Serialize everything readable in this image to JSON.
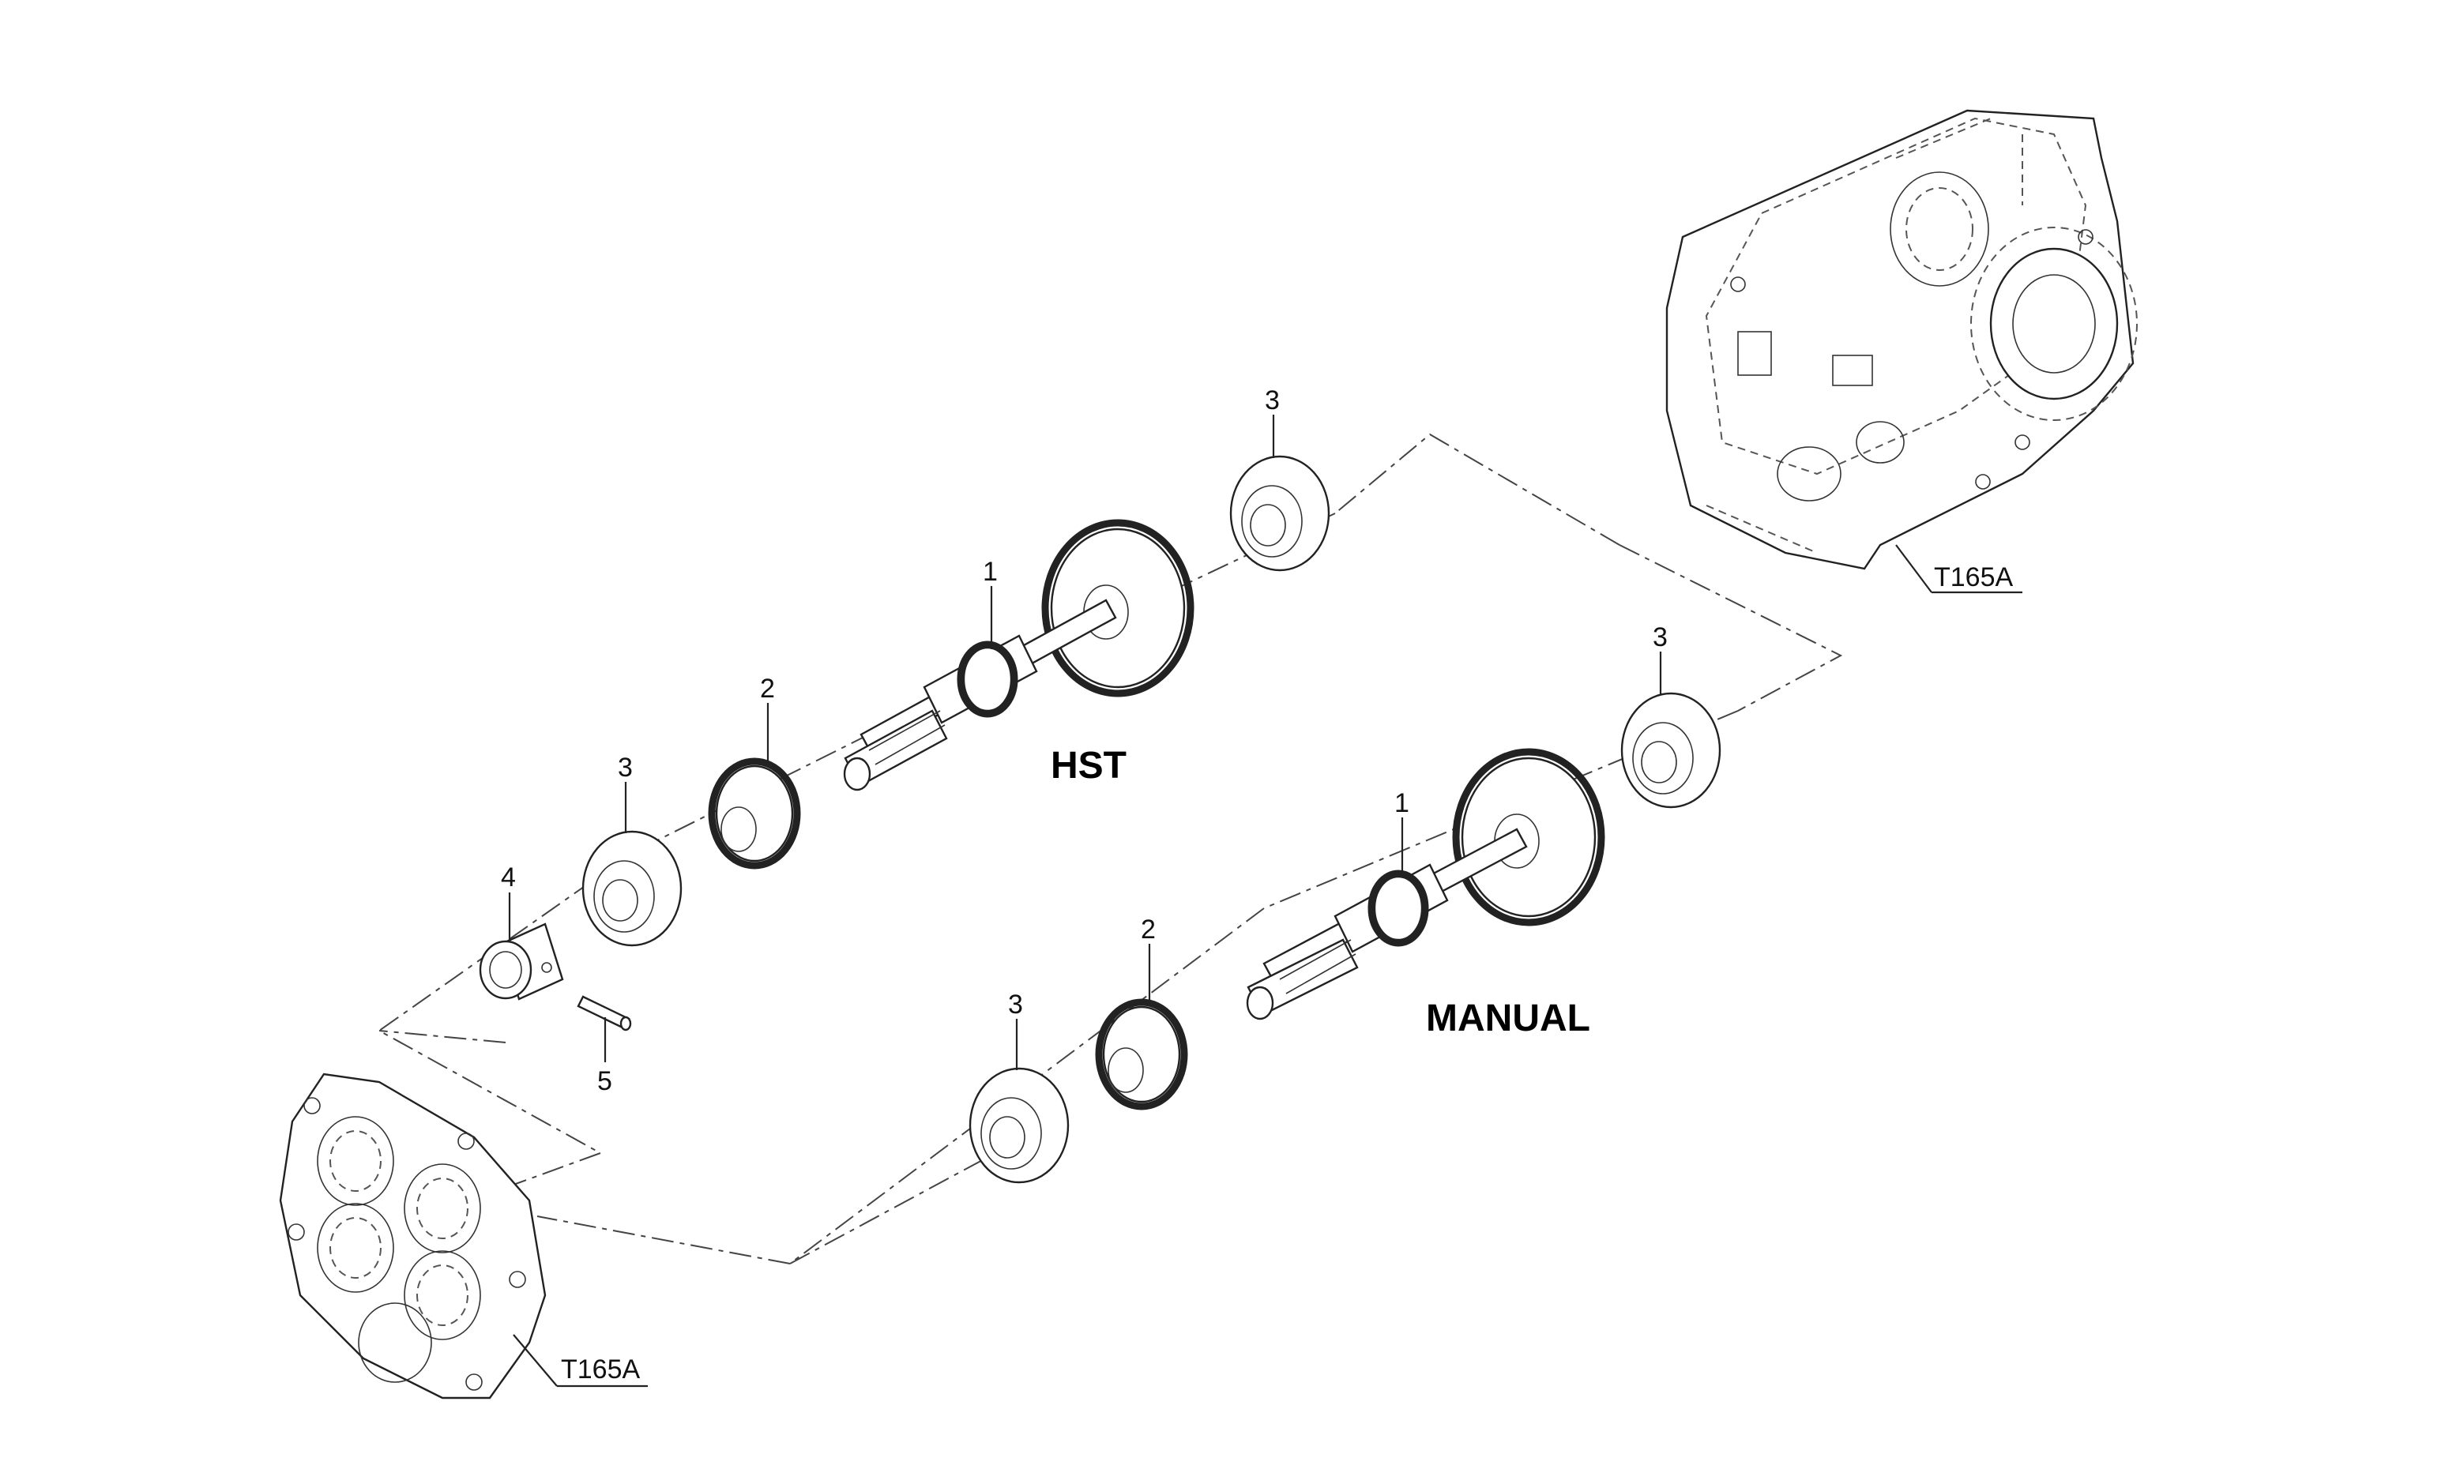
{
  "groups": {
    "hst": "HST",
    "manual": "MANUAL"
  },
  "callouts": {
    "hst_gear_shaft": "1",
    "hst_gear": "2",
    "hst_bearing_top": "3",
    "hst_bearing_bottom": "3",
    "manual_gear_shaft": "1",
    "manual_gear": "2",
    "manual_bearing_top": "3",
    "manual_bearing_bottom": "3",
    "collar": "4",
    "pin": "5"
  },
  "references": {
    "transmission_case": "T165A",
    "cover_plate": "T165A"
  }
}
